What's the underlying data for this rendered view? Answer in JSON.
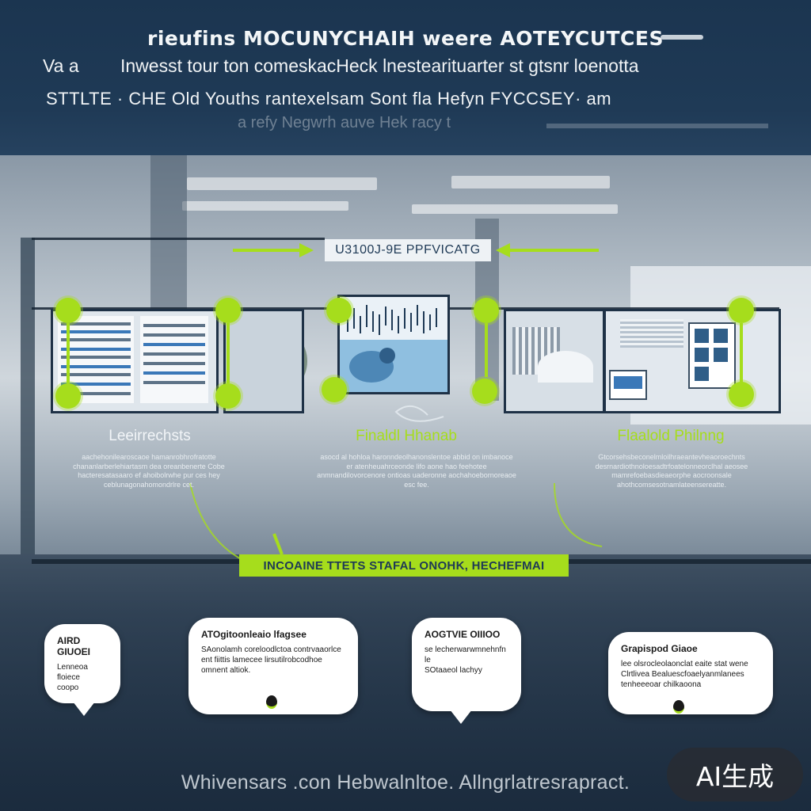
{
  "header": {
    "title": "rieufins MOCUNYCHAIH weere AOTEYCUTCES",
    "prefix": "Va a",
    "subtitle": "Inwesst tour ton comeskacHeck lnestearituarter st gtsnr loenotta",
    "stats_line": "STTLTE · CHE Old Youths rantexelsam Sont  fla Hefyn   FYCCSEY·  am",
    "faded_line": "a refy Negwrh auve Hek racy t"
  },
  "diagram": {
    "pill_label": "U3100J-9E PPFVICATG",
    "columns": [
      {
        "title": "Leeirrechsts",
        "text": "aachehonilearoscaoe hamanrobhrofratotte chananlarberlehiartasm dea oreanbenerte Cobe hacteresatasaaro ef ahoibolrwhe pur ces hey ceblunagonahomondrlre cet."
      },
      {
        "title": "Finaldl Hhanab",
        "text": "asocd al hohloa haronndeolhanonslentoe abbid on imbanoce er atenheuahrceonde lifo aone  hao feehotee anmnandilovorcenore ontioas uaderonne aochahoebornoreaoe esc fee."
      },
      {
        "title": "Flaalold Philnng",
        "text": "Gtcorsehsbeconelmloilhraeantevheaoroechnts desrnardiothnoloesadtrfoatelonneorclhal aeosee mamrefoebasdieaeorphe aocroonsale ahothcomsesotnamlateensereatte."
      }
    ],
    "banner": "INCOAINE TTETS STAFAL ONOHK, HECHEFMAI",
    "bubbles": [
      {
        "title": "AIRD GIUOEI",
        "lines": [
          "Lenneoa floiece",
          "coopo"
        ]
      },
      {
        "title": "ATOgitoonleaio lfagsee",
        "lines": [
          "SAonolamh coreloodlctoa contrvaaorlce",
          "ent fiittis lamecee lirsutilrobcodhoe",
          "omnent altiok."
        ]
      },
      {
        "title": "AOGTVIE OIIIOO",
        "lines": [
          "se lecherwarwmnehnfn le",
          "SOtaaeol lachyy"
        ]
      },
      {
        "title": "Grapispod Giaoe",
        "lines": [
          "lee olsrocleolaonclat eaite  stat wene",
          "Clrtlivea Bealuescfoaelyanmlanees",
          "tenheeeoar chilkaoona"
        ]
      }
    ]
  },
  "footer": {
    "text": "Whivensars .con Hebwalnltoe. Allngrlatresrapract.",
    "badge": "AI生成"
  },
  "colors": {
    "accent": "#a6dd1c",
    "header_bg": "#1b3550",
    "text_dark": "#1f3a56"
  }
}
